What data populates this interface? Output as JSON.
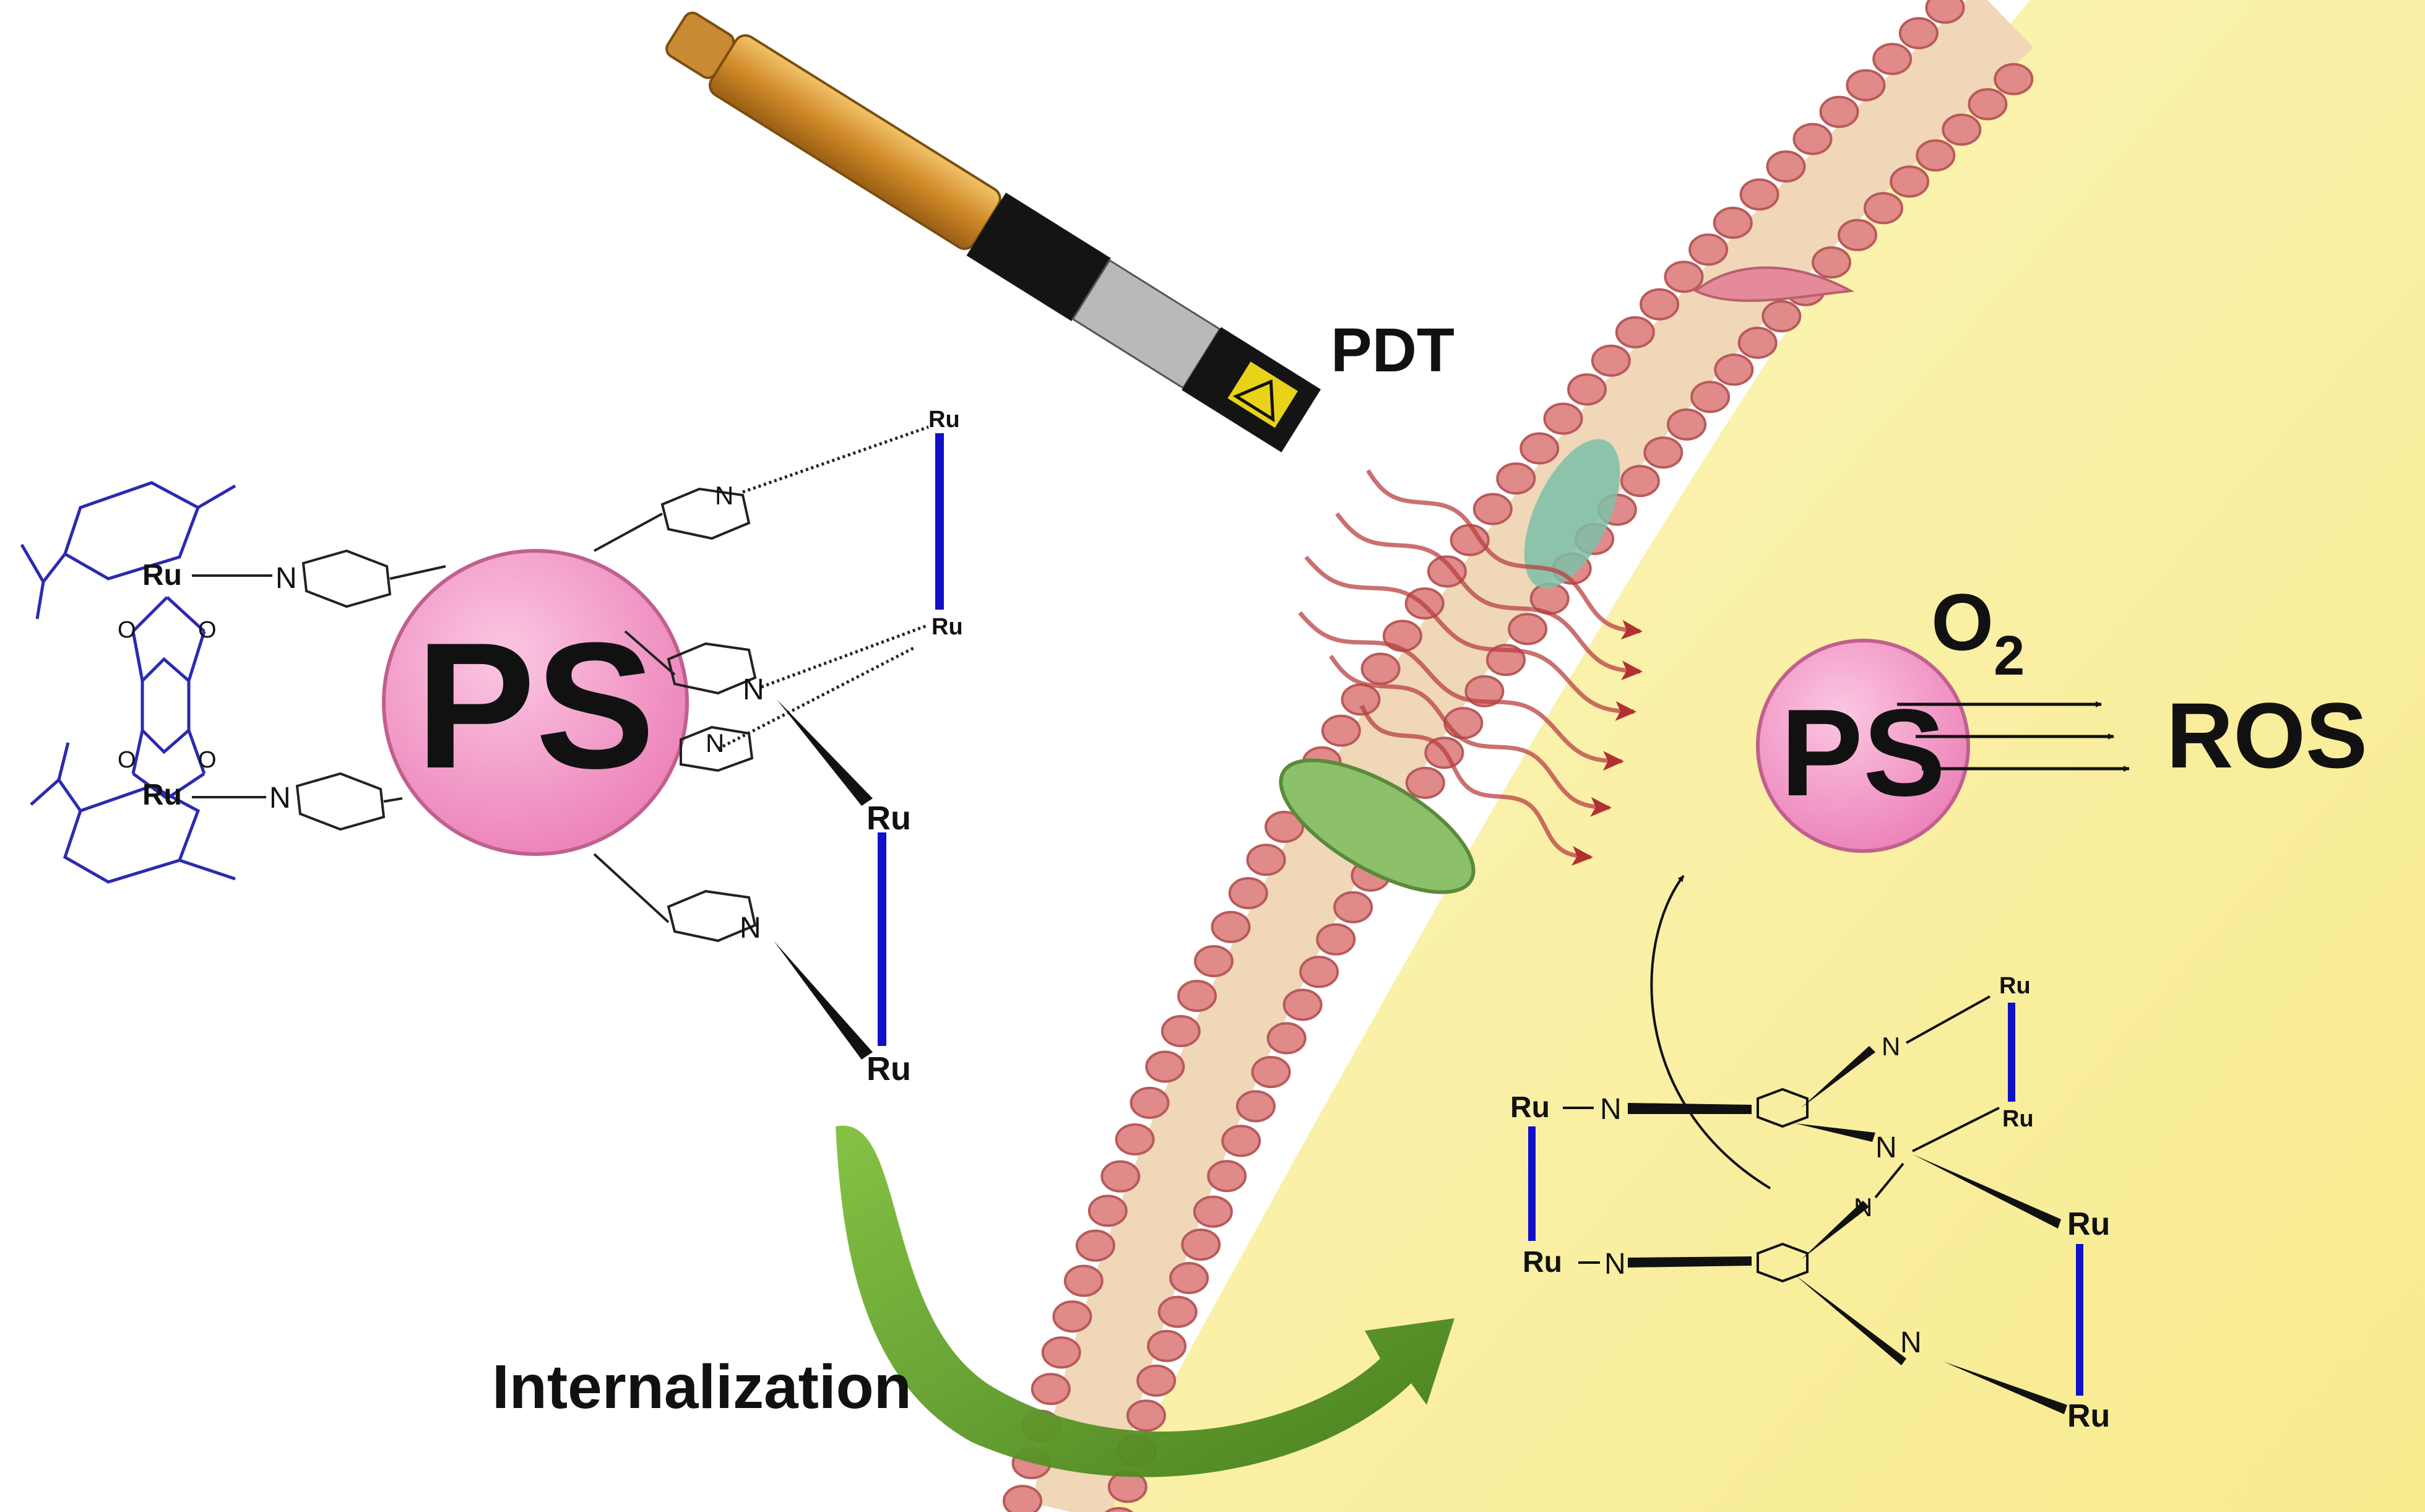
{
  "labels": {
    "pdt": "PDT",
    "ps_large": "PS",
    "ps_small": "PS",
    "o2_main": "O",
    "o2_sub": "2",
    "ros": "ROS",
    "internalization": "Internalization"
  },
  "atoms": {
    "ru": "Ru",
    "n": "N",
    "o": "O"
  },
  "colors": {
    "cell_interior": "#fbf3a8",
    "membrane_head": "#e08a8a",
    "membrane_tail": "#efd7b8",
    "ps_sphere": "#f49ac8",
    "ru_ru_bond": "#1010c8",
    "arene_ligand": "#2a2ab0",
    "green_arrow": "#5a9a2a",
    "light_wave": "#b84040",
    "laser_body": "#d99a3a"
  }
}
